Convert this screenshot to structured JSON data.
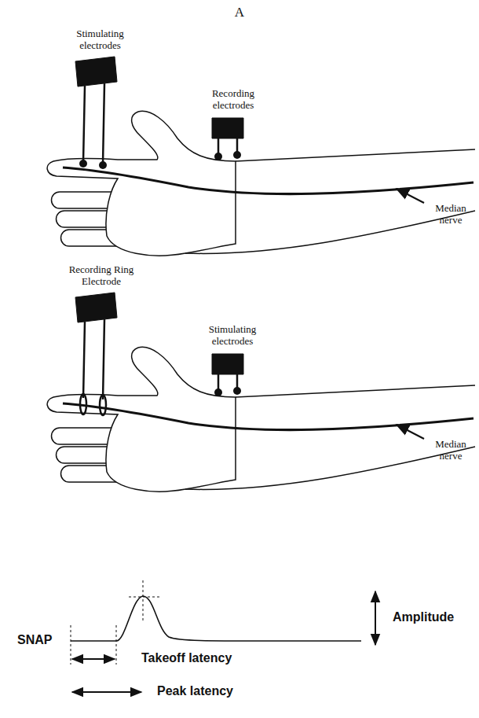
{
  "diagram": {
    "labels": [
      "A",
      "Stimulating electrodes",
      "Recording electrodes",
      "Median nerve",
      "Recording Ring Electrode",
      "Stimulating electrodes",
      "Median nerve",
      "SNAP",
      "Amplitude",
      "Takeoff latency",
      "Peak latency"
    ]
  }
}
